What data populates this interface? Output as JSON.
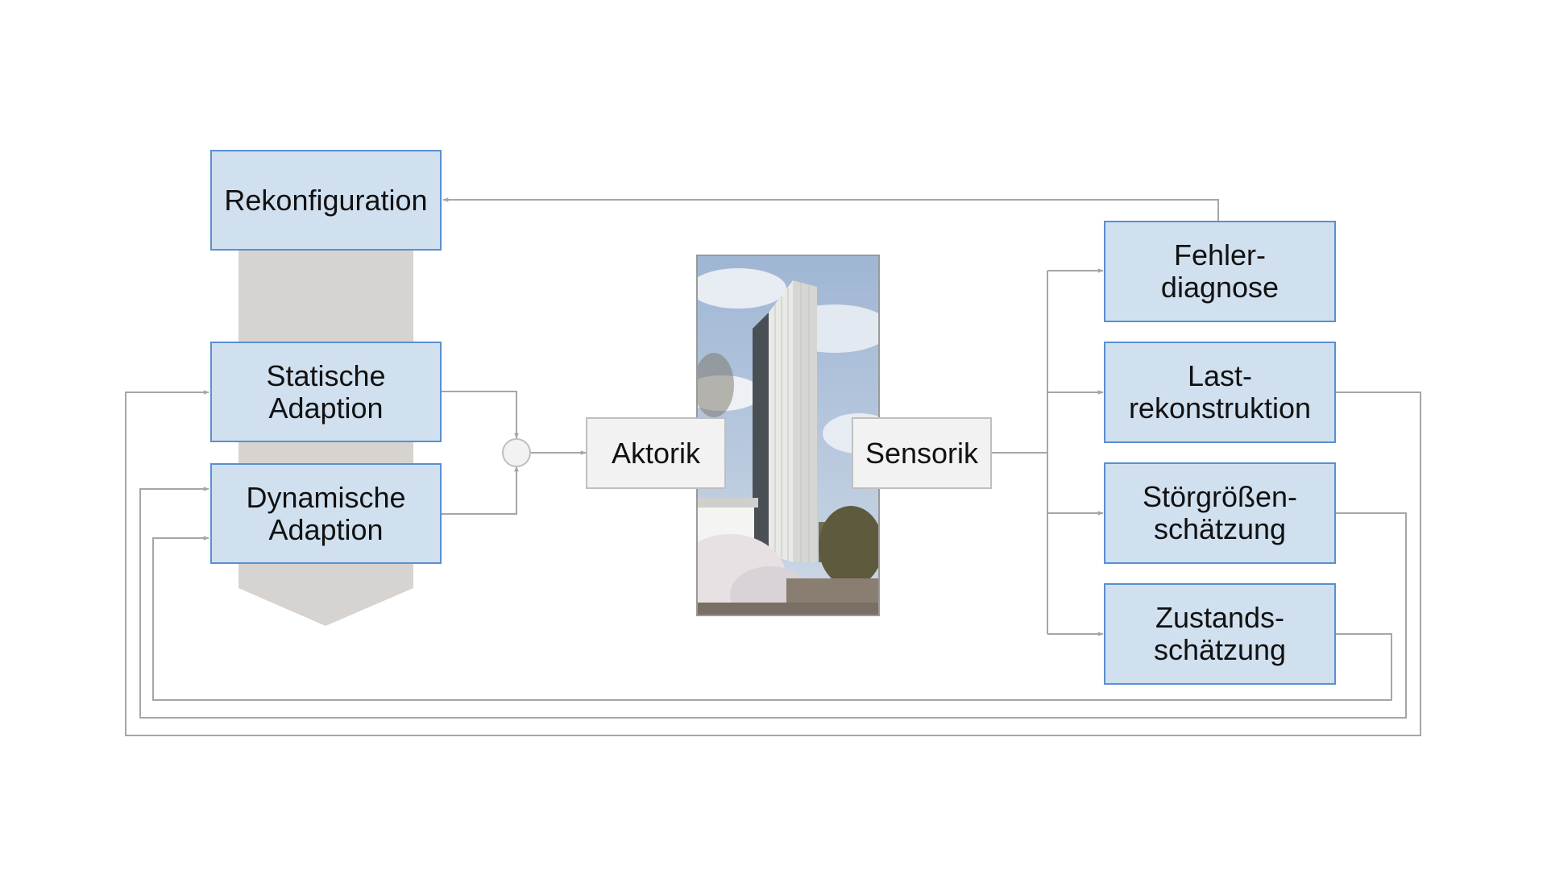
{
  "colors": {
    "box_fill": "#d0e0ef",
    "box_border": "#5b8fd0",
    "neutral_fill": "#f2f2f2",
    "neutral_border": "#bfbfbf",
    "arrow_band": "#d6d3d1",
    "line": "#a6a6a6"
  },
  "boxes": {
    "rekonfiguration": "Rekonfiguration",
    "statische_line1": "Statische",
    "statische_line2": "Adaption",
    "dynamische_line1": "Dynamische",
    "dynamische_line2": "Adaption",
    "aktorik": "Aktorik",
    "sensorik": "Sensorik",
    "fehler_line1": "Fehler-",
    "fehler_line2": "diagnose",
    "last_line1": "Last-",
    "last_line2": "rekonstruktion",
    "stoer_line1": "Störgrößen-",
    "stoer_line2": "schätzung",
    "zustand_line1": "Zustands-",
    "zustand_line2": "schätzung"
  },
  "icons": {
    "summing_junction": "circle",
    "tower_photo": "photo-of-white-tower"
  }
}
